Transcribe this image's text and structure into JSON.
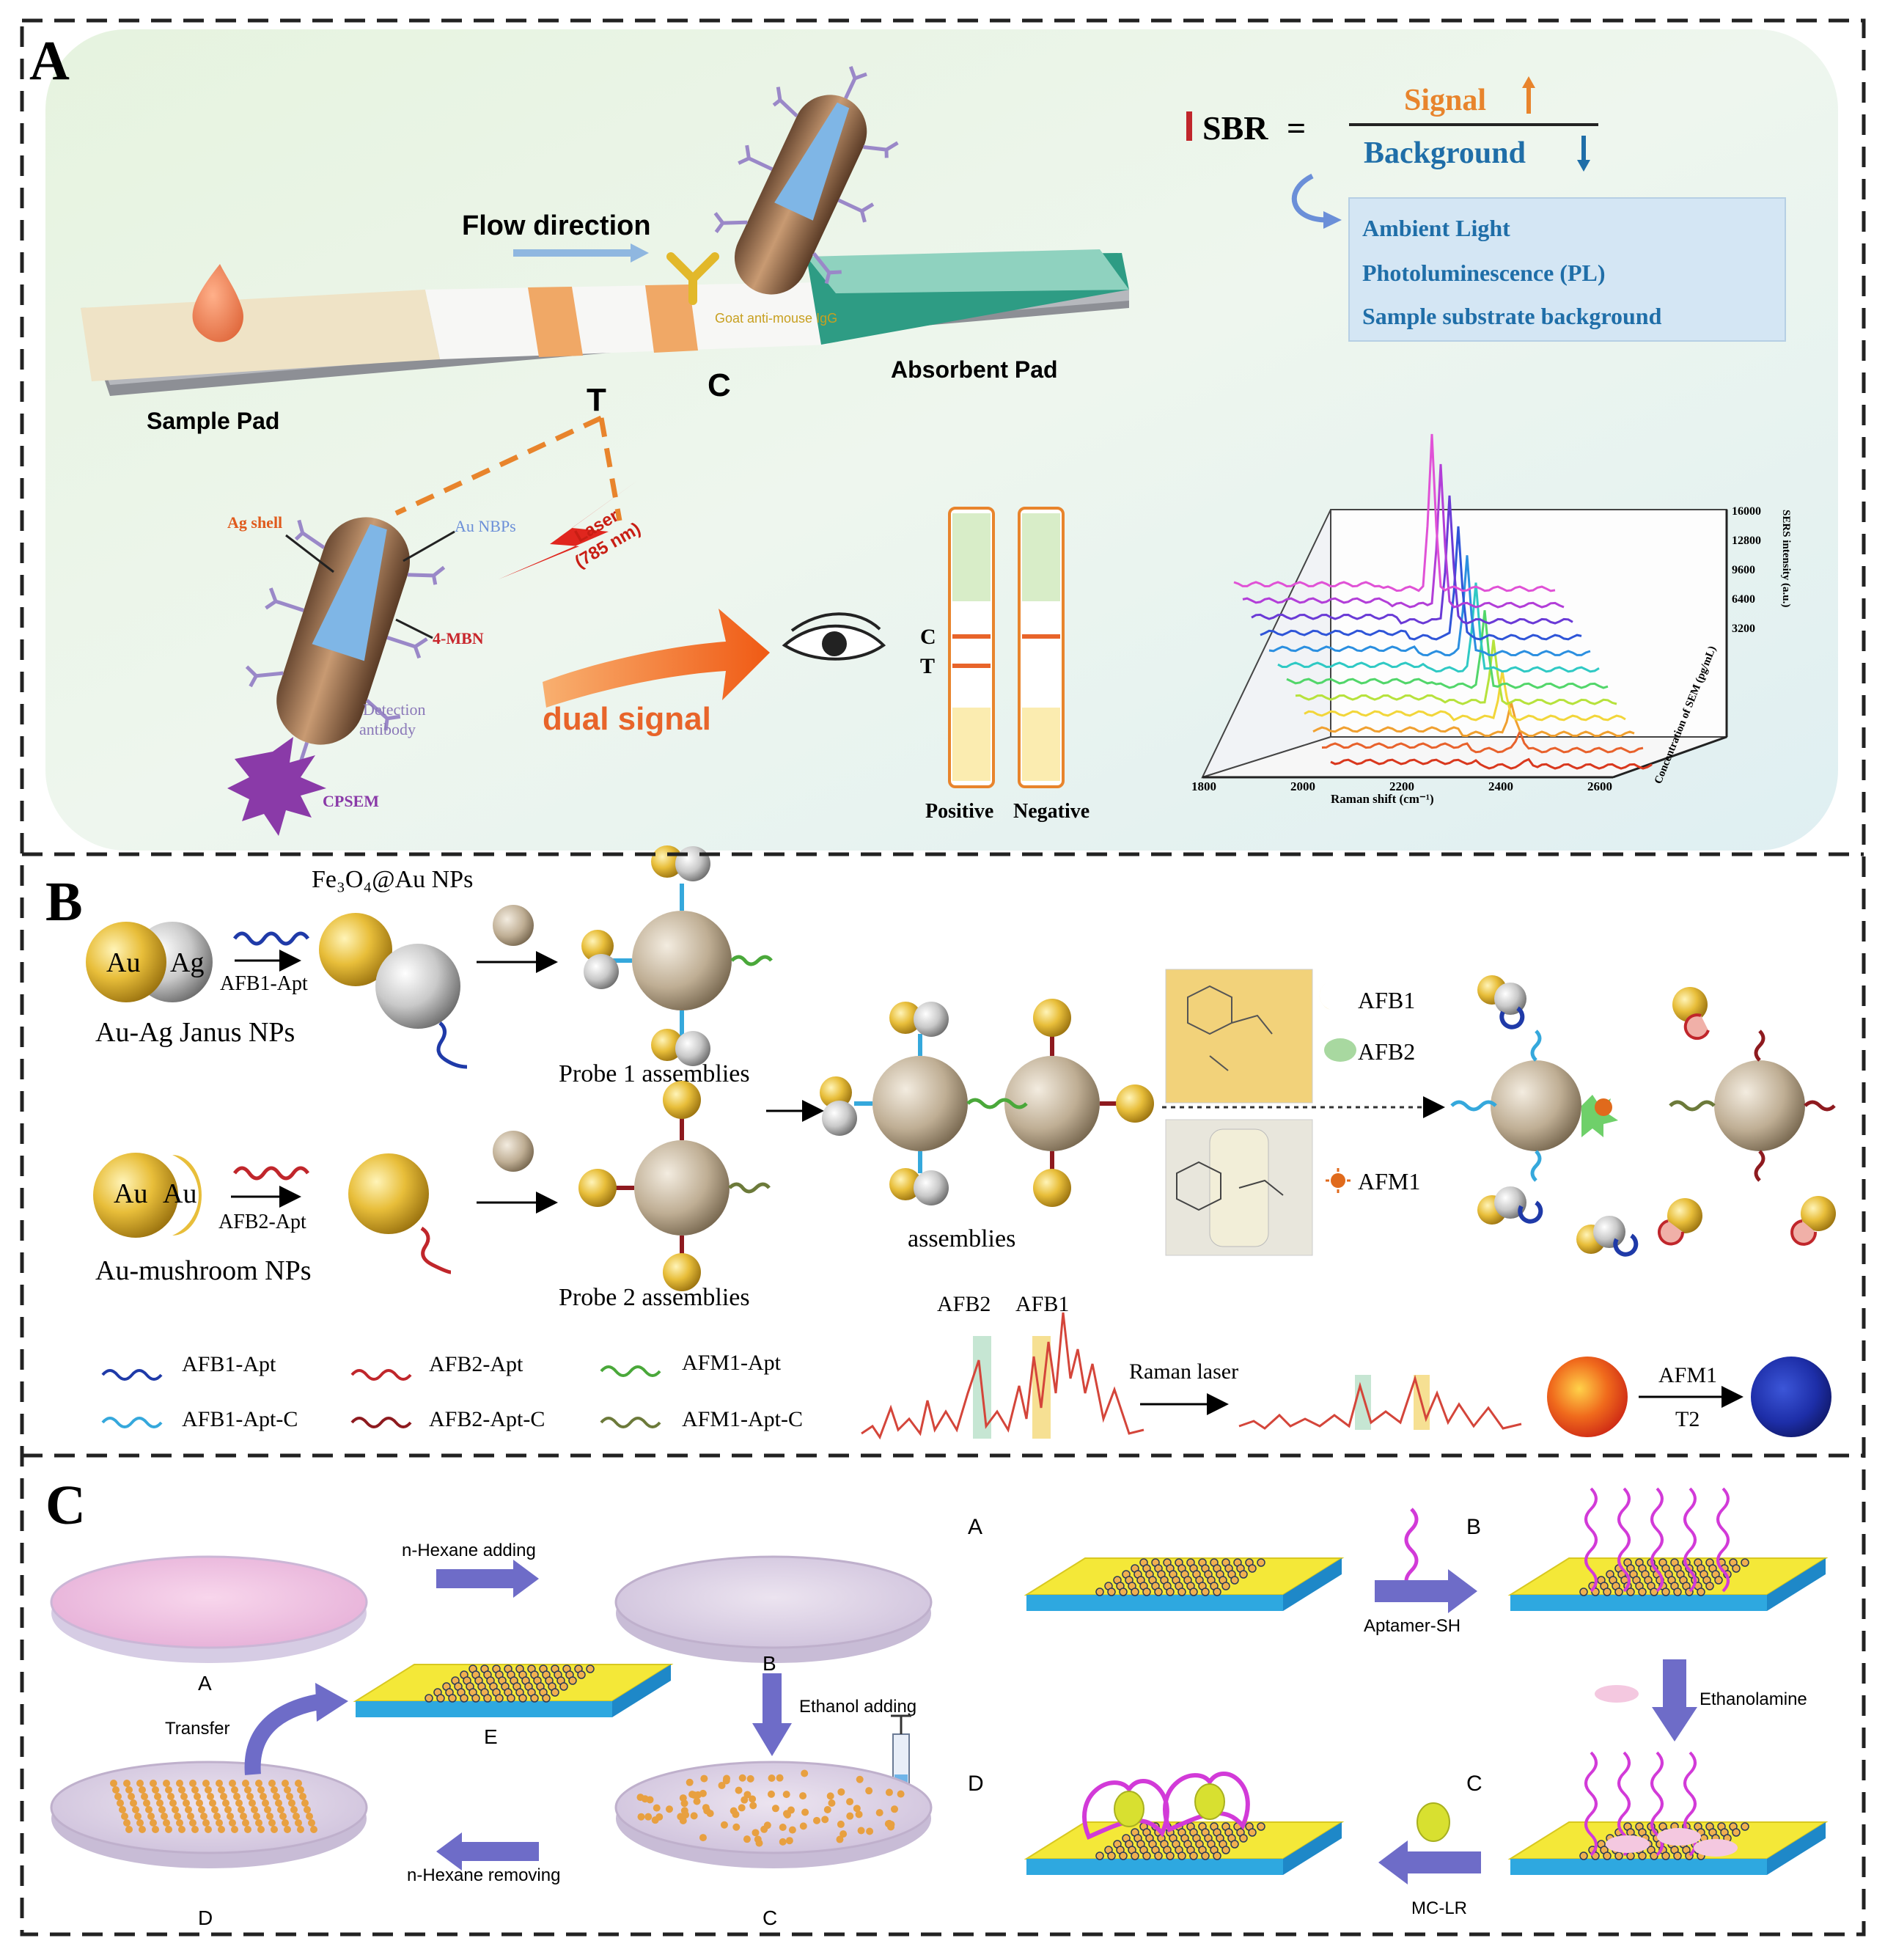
{
  "panels": {
    "a": {
      "letter": "A",
      "flow_direction": "Flow direction",
      "goat_label": "Goat anti-mouse IgG",
      "sample_pad": "Sample Pad",
      "absorbent_pad": "Absorbent Pad",
      "t_line": "T",
      "c_line": "C",
      "sbr": "SBR",
      "equals": "=",
      "signal": "Signal",
      "background": "Background",
      "background_sources": [
        "Ambient Light",
        "Photoluminescence (PL)",
        "Sample substrate background"
      ],
      "probe_labels": {
        "ag_shell": "Ag shell",
        "au_nbps": "Au NBPs",
        "mbn": "4-MBN",
        "detection_antibody_1": "Detection",
        "detection_antibody_2": "antibody",
        "cpsem": "CPSEM"
      },
      "laser_1": "Laser",
      "laser_2": "(785 nm)",
      "dual_signal": "dual signal",
      "strip_c": "C",
      "strip_t": "T",
      "positive": "Positive",
      "negative": "Negative",
      "spectra": {
        "xlabel": "Raman shift (cm⁻¹)",
        "x_ticks": [
          "1800",
          "2000",
          "2200",
          "2400",
          "2600"
        ],
        "ylabel": "SERS intensity (a.u.)",
        "y_ticks": [
          "16000",
          "12800",
          "9600",
          "6400",
          "3200"
        ],
        "zlabel": "Concentration of SEM (pg/mL)",
        "colors": [
          "#d9381e",
          "#e8622c",
          "#f0a030",
          "#f2d63a",
          "#b6e23c",
          "#52d66a",
          "#2fc9c4",
          "#2b8fe0",
          "#2f55d8",
          "#6a3ad6",
          "#b23ed8",
          "#e052d6"
        ]
      }
    },
    "b": {
      "letter": "B",
      "fe3o4": "Fe₃O₄@Au NPs",
      "au": "Au",
      "ag": "Ag",
      "afb1_apt": "AFB1-Apt",
      "afb2_apt": "AFB2-Apt",
      "janus": "Au-Ag Janus NPs",
      "mushroom": "Au-mushroom NPs",
      "probe1": "Probe 1 assemblies",
      "probe2": "Probe 2 assemblies",
      "assemblies": "assemblies",
      "afb1": "AFB1",
      "afb2": "AFB2",
      "afm1": "AFM1",
      "peak_afb2": "AFB2",
      "peak_afb1": "AFB1",
      "raman_laser": "Raman laser",
      "afm1_arrow": "AFM1",
      "t2": "T2",
      "legend": [
        {
          "label": "AFB1-Apt",
          "color": "#1f3aa8"
        },
        {
          "label": "AFB2-Apt",
          "color": "#c0262b"
        },
        {
          "label": "AFM1-Apt",
          "color": "#4aa83a"
        },
        {
          "label": "AFB1-Apt-C",
          "color": "#35a8dc"
        },
        {
          "label": "AFB2-Apt-C",
          "color": "#8e1a1f"
        },
        {
          "label": "AFM1-Apt-C",
          "color": "#6c7a3a"
        }
      ]
    },
    "c": {
      "letter": "C",
      "hexane_adding": "n-Hexane adding",
      "ethanol_adding": "Ethanol adding",
      "transfer": "Transfer",
      "hexane_removing": "n-Hexane removing",
      "dish_a": "A",
      "dish_b": "B",
      "dish_c": "C",
      "dish_d": "D",
      "dish_e": "E",
      "right_a": "A",
      "right_b": "B",
      "right_c": "C",
      "right_d": "D",
      "aptamer_sh": "Aptamer-SH",
      "ethanolamine": "Ethanolamine",
      "mc_lr": "MC-LR"
    }
  }
}
